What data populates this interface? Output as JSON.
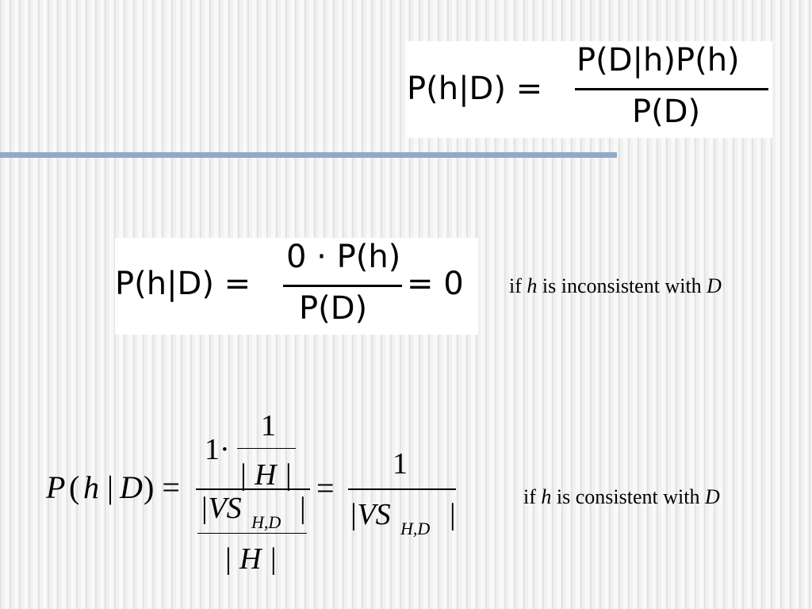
{
  "formulas": {
    "bayes": {
      "lhs": "P(h|D) =",
      "numerator": "P(D|h)P(h)",
      "denominator": "P(D)"
    },
    "inconsistent": {
      "lhs": "P(h|D) =",
      "numerator": "0 · P(h)",
      "denominator": "P(D)",
      "result": "= 0"
    },
    "consistent": {
      "lhs_P": "P",
      "lhs_open": "(",
      "lhs_h": "h",
      "lhs_bar": "|",
      "lhs_D": "D",
      "lhs_close": ") =",
      "one_dot": "1·",
      "inner_num": "1",
      "inner_den": "| H |",
      "mid_den_vs": "|VS",
      "mid_den_sub": "H,D",
      "mid_den_bar": "|",
      "outer_den": "| H |",
      "equals": "=",
      "rhs_num": "1",
      "rhs_den_vs": "|VS",
      "rhs_den_sub": "H,D",
      "rhs_den_bar": "|"
    }
  },
  "captions": {
    "inconsistent": {
      "prefix": "if ",
      "var1": "h",
      "mid": " is inconsistent with ",
      "var2": "D"
    },
    "consistent": {
      "prefix": "if ",
      "var1": "h",
      "mid": " is consistent with ",
      "var2": "D"
    }
  },
  "colors": {
    "rule": "#8eaac8",
    "background": "#f1f1f1"
  }
}
